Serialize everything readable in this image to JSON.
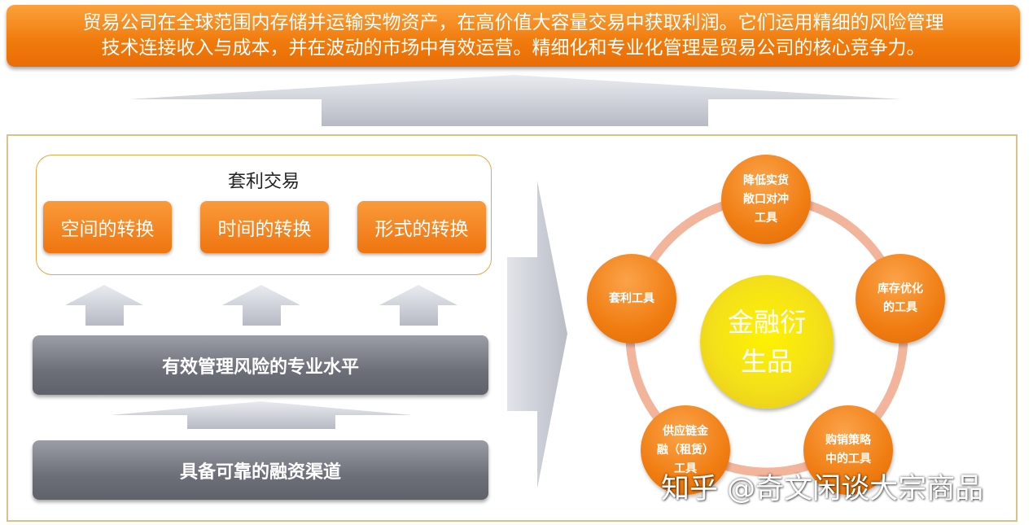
{
  "banner": {
    "line1": "贸易公司在全球范围内存储并运输实物资产，在高价值大容量交易中获取利润。它们运用精细的风险管理",
    "line2": "技术连接收入与成本，并在波动的市场中有效运营。精细化和专业化管理是贸易公司的核心竞争力。"
  },
  "arbitrage": {
    "title": "套利交易",
    "items": [
      "空间的转换",
      "时间的转换",
      "形式的转换"
    ]
  },
  "bars": {
    "risk": "有效管理风险的专业水平",
    "finance": "具备可靠的融资渠道"
  },
  "cycle": {
    "center": [
      "金融衍",
      "生品"
    ],
    "nodes": [
      [
        "降低实货",
        "敞口对冲",
        "工具"
      ],
      [
        "库存优化",
        "的工具"
      ],
      [
        "购销策略",
        "中的工具"
      ],
      [
        "供应链金",
        "融（租赁）",
        "工具"
      ],
      [
        "套利工具"
      ]
    ]
  },
  "watermark": "知乎 @奇文闲谈大宗商品",
  "colors": {
    "orange": "#f07a0c",
    "gray": "#6c6f78",
    "yellow": "#f4e01a",
    "ring": "#f2b49a",
    "frame": "#dcc089"
  }
}
